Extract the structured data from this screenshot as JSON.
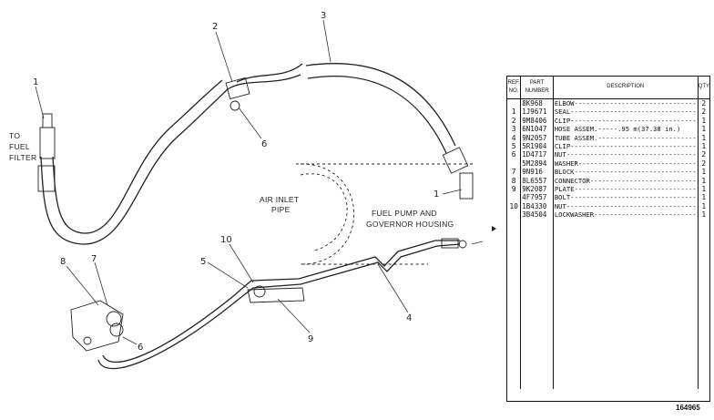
{
  "callouts": {
    "c1": "1",
    "c2": "2",
    "c3": "3",
    "c6a": "6",
    "c1b": "1",
    "c10": "10",
    "c5": "5",
    "c8": "8",
    "c7": "7",
    "c6b": "6",
    "c9": "9",
    "c4": "4"
  },
  "labels": {
    "to_fuel_filter": [
      "TO",
      "FUEL",
      "FILTER"
    ],
    "air_inlet_pipe": [
      "AIR INLET",
      "PIPE"
    ],
    "fuel_pump": [
      "FUEL PUMP AND",
      "GOVERNOR HOUSING"
    ]
  },
  "table": {
    "headers": [
      "REF. NO.",
      "PART NUMBER",
      "DESCRIPTION",
      "QTY"
    ],
    "rows": [
      {
        "ref": "",
        "part": "8K968",
        "desc": "ELBOW-------------------------------",
        "qty": "2"
      },
      {
        "ref": "1",
        "part": "1J9671",
        "desc": "SEAL--------------------------------",
        "qty": "2"
      },
      {
        "ref": "2",
        "part": "9M8406",
        "desc": "CLIP--------------------------------",
        "qty": "1"
      },
      {
        "ref": "3",
        "part": "6N1047",
        "desc": "HOSE ASSEM.-----.95 m(37.38 in.)",
        "qty": "1"
      },
      {
        "ref": "4",
        "part": "9N2057",
        "desc": "TUBE ASSEM.-------------------------",
        "qty": "1"
      },
      {
        "ref": "5",
        "part": "5R1904",
        "desc": "CLIP--------------------------------",
        "qty": "1"
      },
      {
        "ref": "6",
        "part": "1D4717",
        "desc": "NUT---------------------------------",
        "qty": "2"
      },
      {
        "ref": "",
        "part": "5M2894",
        "desc": "WASHER------------------------------",
        "qty": "2"
      },
      {
        "ref": "7",
        "part": "9N916",
        "desc": "BLOCK-------------------------------",
        "qty": "1"
      },
      {
        "ref": "8",
        "part": "8L6557",
        "desc": "CONNECTOR---------------------------",
        "qty": "1"
      },
      {
        "ref": "9",
        "part": "9K2087",
        "desc": "PLATE-------------------------------",
        "qty": "1"
      },
      {
        "ref": "",
        "part": "4F7957",
        "desc": "BOLT--------------------------------",
        "qty": "1"
      },
      {
        "ref": "10",
        "part": "1B4330",
        "desc": "NUT---------------------------------",
        "qty": "1"
      },
      {
        "ref": "",
        "part": "3B4504",
        "desc": "LOCKWASHER--------------------------",
        "qty": "1"
      }
    ]
  },
  "drawing_number": "164965"
}
